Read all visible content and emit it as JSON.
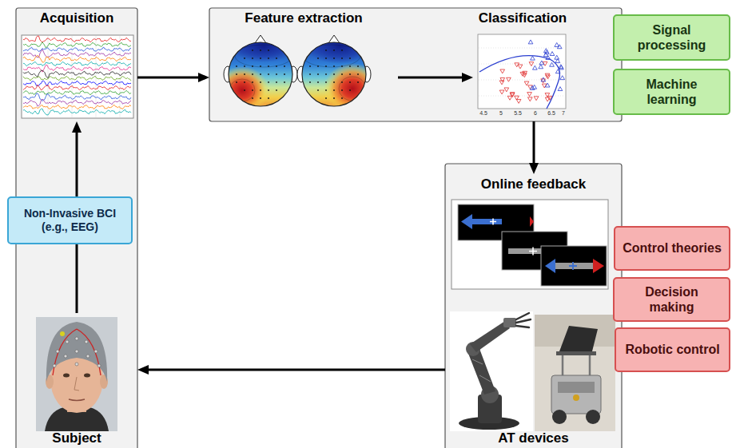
{
  "diagram": {
    "nodes": [
      {
        "text": [
          "Acquisition"
        ]
      },
      {
        "text": [
          "Feature extraction"
        ]
      },
      {
        "text": [
          "Classification"
        ]
      },
      {
        "text": [
          "Signal processing"
        ]
      },
      {
        "text": [
          "Machine learning"
        ]
      },
      {
        "text": [
          "Online feedback"
        ]
      },
      {
        "text": [
          "Non-Invasive BCI (e.g., EEG)"
        ]
      },
      {
        "text": [
          "Control theories"
        ]
      },
      {
        "text": [
          "Decision making"
        ]
      },
      {
        "text": [
          "Robotic control"
        ]
      },
      {
        "text": [
          "Subject"
        ]
      },
      {
        "text": [
          "AT devices"
        ]
      }
    ],
    "edges": [
      {
        "from": 0,
        "to": 1,
        "arrow": "to"
      },
      {
        "from": 1,
        "to": 2,
        "arrow": "to"
      },
      {
        "from": 2,
        "to": 5,
        "arrow": "to"
      },
      {
        "from": 11,
        "to": 10,
        "arrow": "to"
      },
      {
        "from": 10,
        "to": 6,
        "arrow": "none"
      },
      {
        "from": 6,
        "to": 0,
        "arrow": "to"
      }
    ],
    "labels": [
      "4.5",
      "5",
      "5.5",
      "6",
      "6.5",
      "7"
    ]
  }
}
